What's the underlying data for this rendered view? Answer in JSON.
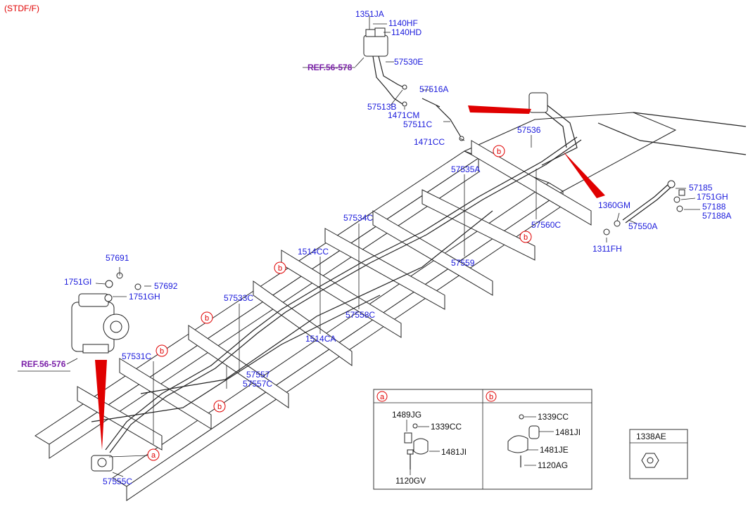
{
  "header": {
    "variant": "(STDF/F)"
  },
  "references": {
    "ref_upper": "REF.56-578",
    "ref_lower": "REF.56-576"
  },
  "parts": {
    "p1351JA": "1351JA",
    "p1140HF": "1140HF",
    "p1140HD": "1140HD",
    "p57530E": "57530E",
    "p57516A": "57516A",
    "p57513B": "57513B",
    "p1471CM": "1471CM",
    "p57511C": "57511C",
    "p1471CC": "1471CC",
    "p57536": "57536",
    "p57535A": "57535A",
    "p57534C": "57534C",
    "p57560C": "57560C",
    "p57559": "57559",
    "p1514CC": "1514CC",
    "p57533C": "57533C",
    "p57558C": "57558C",
    "p1514CA": "1514CA",
    "p57531C": "57531C",
    "p57557": "57557",
    "p57557C": "57557C",
    "p57555C": "57555C",
    "p57691": "57691",
    "p1751GI": "1751GI",
    "p57692": "57692",
    "p1751GH_left": "1751GH",
    "p57185": "57185",
    "p1751GH_right": "1751GH",
    "p57188": "57188",
    "p57188A": "57188A",
    "p1360GM": "1360GM",
    "p57550A": "57550A",
    "p1311FH": "1311FH"
  },
  "callouts": {
    "a": "a",
    "b": "b"
  },
  "detail_a": {
    "letter": "a",
    "p1489JG": "1489JG",
    "p1339CC": "1339CC",
    "p1481JI": "1481JI",
    "p1120GV": "1120GV"
  },
  "detail_b": {
    "letter": "b",
    "p1339CC": "1339CC",
    "p1481JI": "1481JI",
    "p1481JE": "1481JE",
    "p1120AG": "1120AG"
  },
  "detail_c": {
    "p1338AE": "1338AE"
  },
  "colors": {
    "label": "#1a1adc",
    "callout": "#e00000",
    "reference": "#7a1fa8"
  }
}
